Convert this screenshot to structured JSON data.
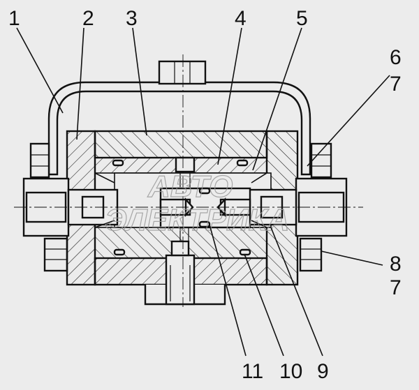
{
  "diagram": {
    "callouts": [
      {
        "id": "c1",
        "text": "1"
      },
      {
        "id": "c2",
        "text": "2"
      },
      {
        "id": "c3",
        "text": "3"
      },
      {
        "id": "c4",
        "text": "4"
      },
      {
        "id": "c5",
        "text": "5"
      },
      {
        "id": "c6",
        "text": "6"
      },
      {
        "id": "c7a",
        "text": "7"
      },
      {
        "id": "c8",
        "text": "8"
      },
      {
        "id": "c7b",
        "text": "7"
      },
      {
        "id": "c9",
        "text": "9"
      },
      {
        "id": "c10",
        "text": "10"
      },
      {
        "id": "c11",
        "text": "11"
      }
    ],
    "watermark": {
      "line1": "АВТО",
      "line2": "ЭЛЕКТРИКА"
    },
    "colors": {
      "line": "#111111",
      "background": "#ececec",
      "watermark": "#9a9a9a"
    }
  }
}
